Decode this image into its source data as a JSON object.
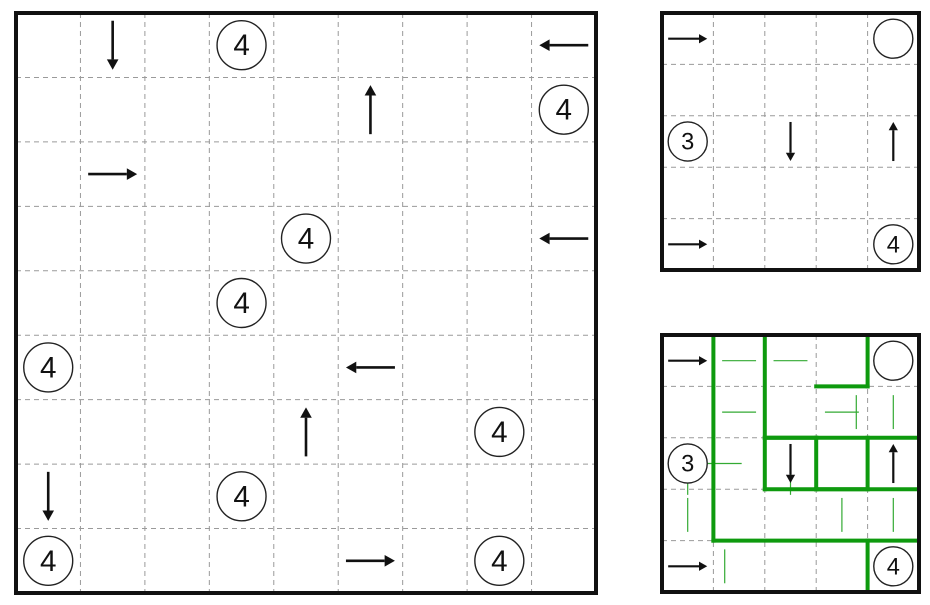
{
  "puzzle": {
    "size": 9,
    "circles": [
      {
        "row": 0,
        "col": 3,
        "value": "4"
      },
      {
        "row": 1,
        "col": 8,
        "value": "4"
      },
      {
        "row": 3,
        "col": 4,
        "value": "4"
      },
      {
        "row": 4,
        "col": 3,
        "value": "4"
      },
      {
        "row": 5,
        "col": 0,
        "value": "4"
      },
      {
        "row": 6,
        "col": 7,
        "value": "4"
      },
      {
        "row": 7,
        "col": 3,
        "value": "4"
      },
      {
        "row": 8,
        "col": 0,
        "value": "4"
      },
      {
        "row": 8,
        "col": 7,
        "value": "4"
      }
    ],
    "arrows": [
      {
        "row": 0,
        "col": 1,
        "dir": "down"
      },
      {
        "row": 0,
        "col": 8,
        "dir": "left"
      },
      {
        "row": 1,
        "col": 5,
        "dir": "up"
      },
      {
        "row": 2,
        "col": 1,
        "dir": "right"
      },
      {
        "row": 3,
        "col": 8,
        "dir": "left"
      },
      {
        "row": 5,
        "col": 5,
        "dir": "left"
      },
      {
        "row": 6,
        "col": 4,
        "dir": "up"
      },
      {
        "row": 7,
        "col": 0,
        "dir": "down"
      },
      {
        "row": 8,
        "col": 5,
        "dir": "right"
      }
    ]
  },
  "example": {
    "size": 5,
    "circles": [
      {
        "row": 0,
        "col": 4,
        "value": ""
      },
      {
        "row": 2,
        "col": 0,
        "value": "3"
      },
      {
        "row": 4,
        "col": 4,
        "value": "4"
      }
    ],
    "arrows": [
      {
        "row": 0,
        "col": 0,
        "dir": "right"
      },
      {
        "row": 2,
        "col": 2,
        "dir": "down"
      },
      {
        "row": 2,
        "col": 4,
        "dir": "up"
      },
      {
        "row": 4,
        "col": 0,
        "dir": "right"
      }
    ]
  },
  "solution": {
    "size": 5,
    "circles": [
      {
        "row": 0,
        "col": 4,
        "value": ""
      },
      {
        "row": 2,
        "col": 0,
        "value": "3"
      },
      {
        "row": 4,
        "col": 4,
        "value": "4"
      }
    ],
    "arrows": [
      {
        "row": 0,
        "col": 0,
        "dir": "right"
      },
      {
        "row": 2,
        "col": 2,
        "dir": "down"
      },
      {
        "row": 2,
        "col": 4,
        "dir": "up"
      },
      {
        "row": 4,
        "col": 0,
        "dir": "right"
      }
    ],
    "region_borders": [
      [
        [
          0,
          1
        ],
        [
          4,
          1
        ]
      ],
      [
        [
          4,
          1
        ],
        [
          4,
          5
        ]
      ],
      [
        [
          0,
          2
        ],
        [
          3,
          2
        ]
      ],
      [
        [
          3,
          2
        ],
        [
          3,
          3
        ]
      ],
      [
        [
          3,
          3
        ],
        [
          3,
          4
        ]
      ],
      [
        [
          2,
          4
        ],
        [
          3,
          4
        ]
      ],
      [
        [
          2,
          2
        ],
        [
          2,
          5
        ]
      ],
      [
        [
          0,
          4
        ],
        [
          1,
          4
        ]
      ],
      [
        [
          1,
          3
        ],
        [
          1,
          4
        ]
      ],
      [
        [
          2,
          3
        ],
        [
          3,
          3
        ]
      ],
      [
        [
          4,
          4
        ],
        [
          5,
          4
        ]
      ],
      [
        [
          3,
          3
        ],
        [
          3,
          5
        ]
      ],
      [
        [
          2,
          2
        ],
        [
          2,
          3
        ]
      ],
      [
        [
          2,
          5
        ],
        [
          5,
          5
        ]
      ]
    ],
    "dashes": [
      {
        "row": 0,
        "col": 1,
        "o": "h"
      },
      {
        "row": 0,
        "col": 2,
        "o": "h"
      },
      {
        "row": 1,
        "col": 1,
        "o": "h"
      },
      {
        "row": 1,
        "col": 3,
        "o": "h"
      },
      {
        "row": 1,
        "col": 3,
        "o": "v",
        "side": "r"
      },
      {
        "row": 1,
        "col": 4,
        "o": "v"
      },
      {
        "row": 2,
        "col": 1,
        "o": "h",
        "side": "l"
      },
      {
        "row": 2,
        "col": 0,
        "o": "v",
        "side": "b"
      },
      {
        "row": 2,
        "col": 2,
        "o": "v",
        "side": "b"
      },
      {
        "row": 3,
        "col": 0,
        "o": "v"
      },
      {
        "row": 3,
        "col": 3,
        "o": "v"
      },
      {
        "row": 3,
        "col": 4,
        "o": "v"
      },
      {
        "row": 4,
        "col": 1,
        "o": "v",
        "side": "l"
      }
    ]
  }
}
